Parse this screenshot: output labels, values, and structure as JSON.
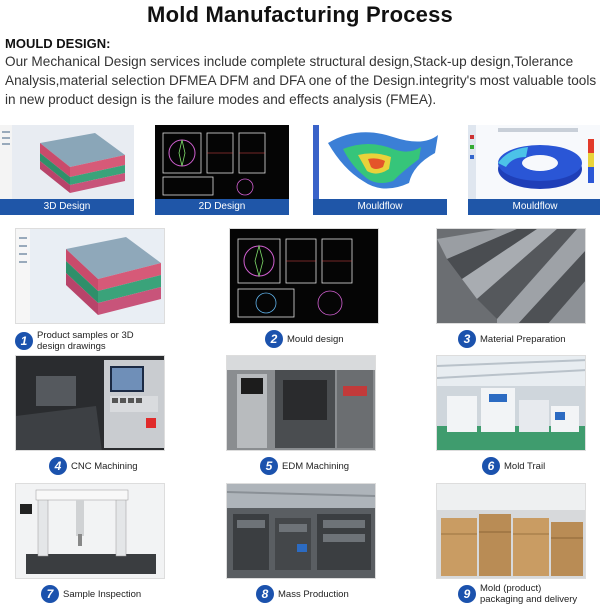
{
  "title": "Mold Manufacturing Process",
  "section_heading": "MOULD DESIGN:",
  "intro": "Our Mechanical Design services include complete structural design,Stack-up design,Tolerance Analysis,material selection DFMEA DFM and DFA one of the Design.integrity's most valuable tools in new product design is the failure modes and effects analysis (FMEA).",
  "design_strip": [
    {
      "caption": "3D Design"
    },
    {
      "caption": "2D Design"
    },
    {
      "caption": "Mouldflow"
    },
    {
      "caption": "Mouldflow"
    }
  ],
  "steps": [
    {
      "number": "1",
      "label": "Product samples or 3D design drawings"
    },
    {
      "number": "2",
      "label": "Mould design"
    },
    {
      "number": "3",
      "label": "Material Preparation"
    },
    {
      "number": "4",
      "label": "CNC Machining"
    },
    {
      "number": "5",
      "label": "EDM Machining"
    },
    {
      "number": "6",
      "label": "Mold Trail"
    },
    {
      "number": "7",
      "label": "Sample Inspection"
    },
    {
      "number": "8",
      "label": "Mass Production"
    },
    {
      "number": "9",
      "label": "Mold (product) packaging and delivery"
    }
  ]
}
